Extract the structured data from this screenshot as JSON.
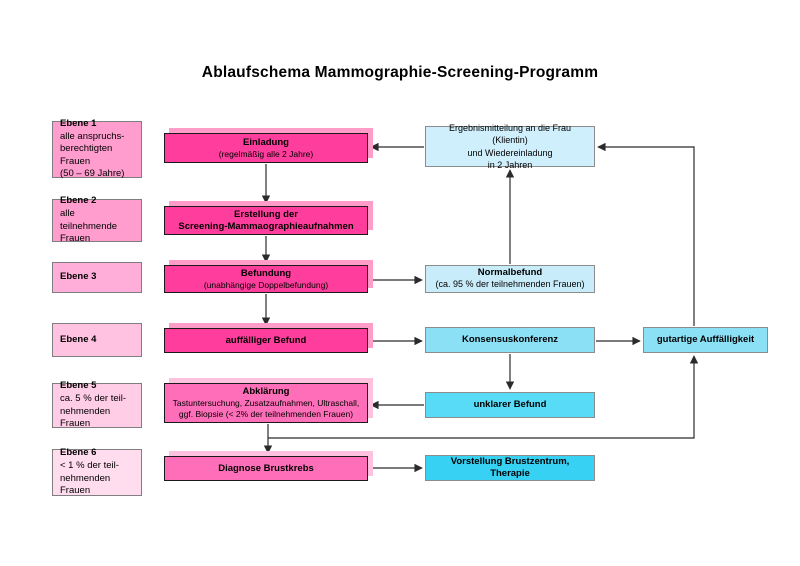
{
  "title": "Ablaufschema Mammographie-Screening-Programm",
  "colors": {
    "line": "#2b2b2b"
  },
  "levels": [
    {
      "name": "Ebene 1",
      "desc": "alle anspruchs-\nberechtigten Frauen\n(50 – 69 Jahre)",
      "bg": "#ff9dce"
    },
    {
      "name": "Ebene 2",
      "desc": "alle teilnehmende\nFrauen",
      "bg": "#ff9dce"
    },
    {
      "name": "Ebene 3",
      "desc": "",
      "bg": "#ffaed9"
    },
    {
      "name": "Ebene 4",
      "desc": "",
      "bg": "#ffc2e0"
    },
    {
      "name": "Ebene 5",
      "desc": "ca. 5 % der teil-\nnehmenden Frauen",
      "bg": "#ffcde6"
    },
    {
      "name": "Ebene 6",
      "desc": "< 1 % der teil-\nnehmenden Frauen",
      "bg": "#ffdcee"
    }
  ],
  "steps": [
    {
      "title": "Einladung",
      "sub": "(regelmäßig alle 2 Jahre)",
      "bg": "#ff3d9c",
      "shadow": "#ff9cc8"
    },
    {
      "title": "Erstellung der\nScreening-Mammaographieaufnahmen",
      "sub": "",
      "bg": "#ff3d9c",
      "shadow": "#ff9cc8"
    },
    {
      "title": "Befundung",
      "sub": "(unabhängige Doppelbefundung)",
      "bg": "#ff3d9c",
      "shadow": "#ff9cc8"
    },
    {
      "title": "auffälliger Befund",
      "sub": "",
      "bg": "#ff3d9c",
      "shadow": "#ff9cc8"
    },
    {
      "title": "Abklärung",
      "sub": "Tastuntersuchung, Zusatzaufnahmen, Ultraschall,\nggf. Biopsie (< 2% der teilnehmenden Frauen)",
      "bg": "#ff6eb8",
      "shadow": "#ffc2de"
    },
    {
      "title": "Diagnose Brustkrebs",
      "sub": "",
      "bg": "#ff6eb8",
      "shadow": "#ffc2de"
    }
  ],
  "outcomes": [
    {
      "title": "Ergebnismitteilung an die Frau (Klientin)\nund Wiedereinladung\nin 2 Jahren",
      "sub": "",
      "bg": "#d0effc"
    },
    {
      "title": "Normalbefund",
      "sub": "(ca. 95 % der teilnehmenden Frauen)",
      "bg": "#c9ecfa"
    },
    {
      "title": "Konsensuskonferenz",
      "sub": "",
      "bg": "#8be0f6"
    },
    {
      "title": "unklarer Befund",
      "sub": "",
      "bg": "#58dbf6"
    },
    {
      "title": "Vorstellung Brustzentrum, Therapie",
      "sub": "",
      "bg": "#36d1f3"
    },
    {
      "title": "gutartige Auffälligkeit",
      "sub": "",
      "bg": "#8be0f6"
    }
  ]
}
